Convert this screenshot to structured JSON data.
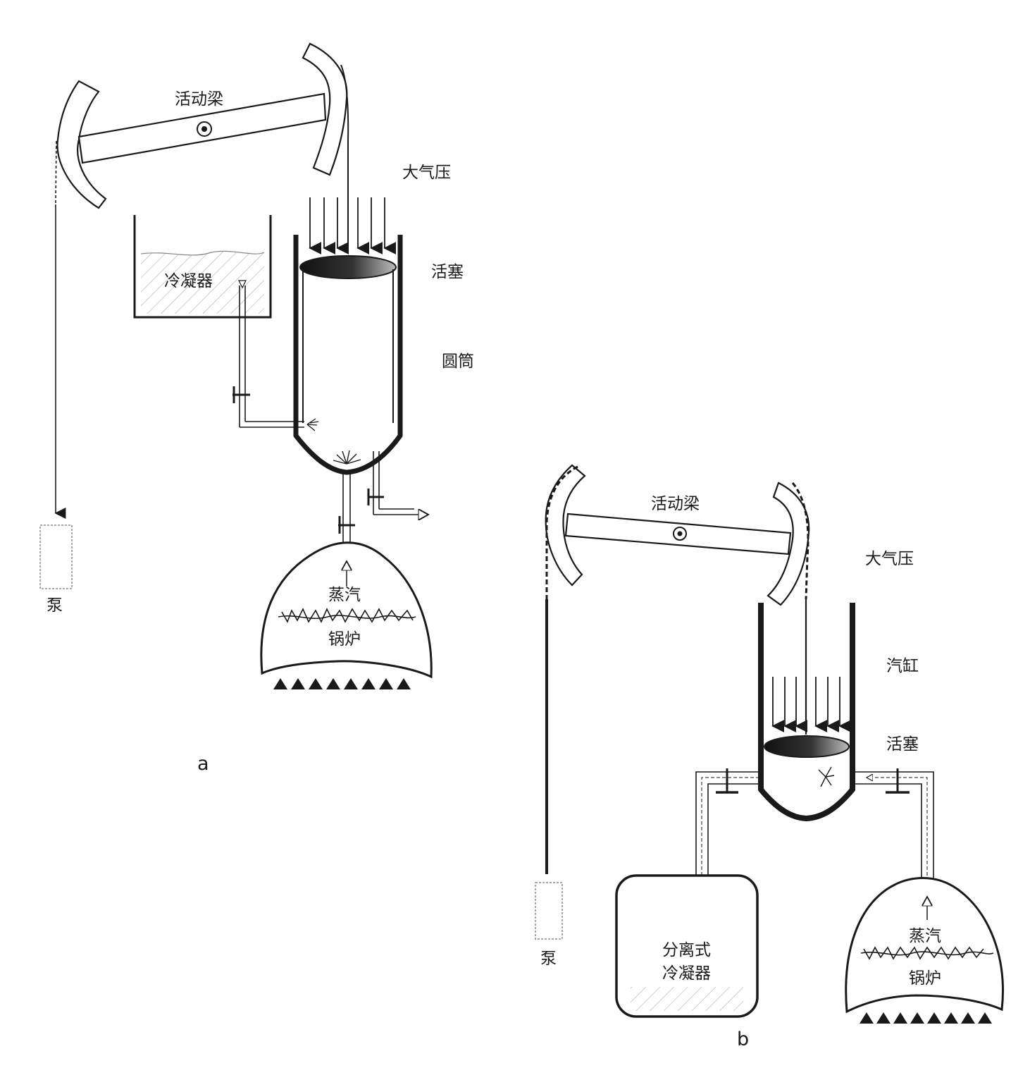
{
  "diagram_a": {
    "tag": "a",
    "labels": {
      "beam": "活动梁",
      "atmosphere": "大气压",
      "piston": "活塞",
      "cylinder": "圆筒",
      "condenser": "冷凝器",
      "steam": "蒸汽",
      "boiler": "锅炉",
      "pump": "泵"
    }
  },
  "diagram_b": {
    "tag": "b",
    "labels": {
      "beam": "活动梁",
      "atmosphere": "大气压",
      "cylinder": "汽缸",
      "piston": "活塞",
      "separate_condenser_line1": "分离式",
      "separate_condenser_line2": "冷凝器",
      "steam": "蒸汽",
      "boiler": "锅炉",
      "pump": "泵"
    }
  },
  "colors": {
    "ink": "#1a1a1a",
    "paper": "#ffffff",
    "hatch": "#9a9a9a"
  }
}
